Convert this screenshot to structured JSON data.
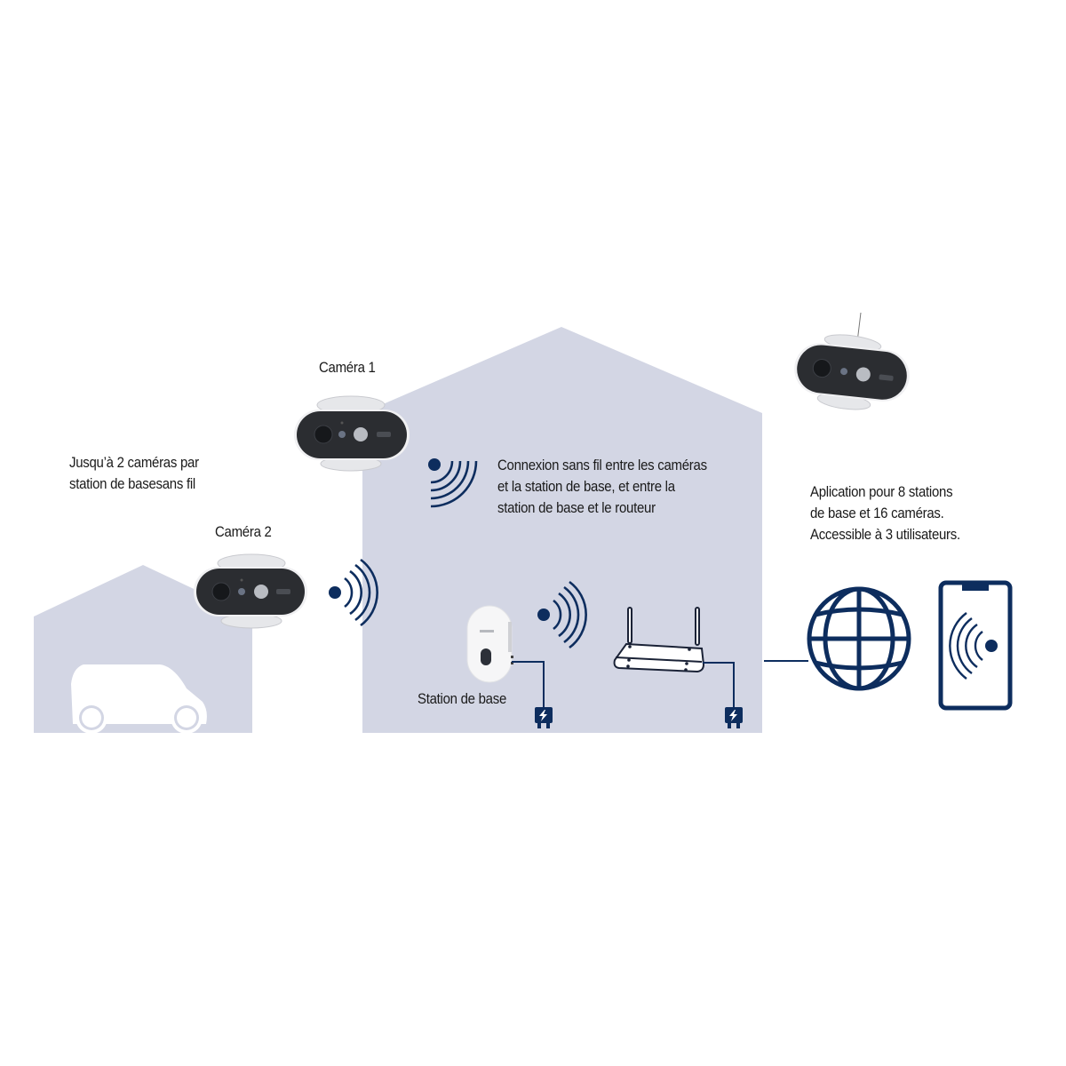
{
  "colors": {
    "house_fill": "#d3d6e4",
    "accent_navy": "#0d2d5e",
    "text": "#1a1a1a",
    "camera_body": "#2b2d31",
    "camera_mount": "#e6e7ea",
    "background": "#ffffff"
  },
  "labels": {
    "capacity_note": "Jusqu’à 2 caméras par\nstation de basesans fil",
    "camera_1": "Caméra 1",
    "camera_2": "Caméra 2",
    "wireless_note": "Connexion sans fil entre les caméras\net la station de base, et entre la\nstation de base et le routeur",
    "base_station": "Station de base",
    "app_note": "Aplication pour 8 stations\nde base et 16 caméras.\nAccessible à 3 utilisateurs."
  },
  "icons": {
    "wifi_signal": "wifi-signal-icon",
    "power_plug": "power-plug-icon",
    "globe": "globe-icon",
    "smartphone": "smartphone-icon",
    "router": "router-icon",
    "car": "car-icon"
  }
}
